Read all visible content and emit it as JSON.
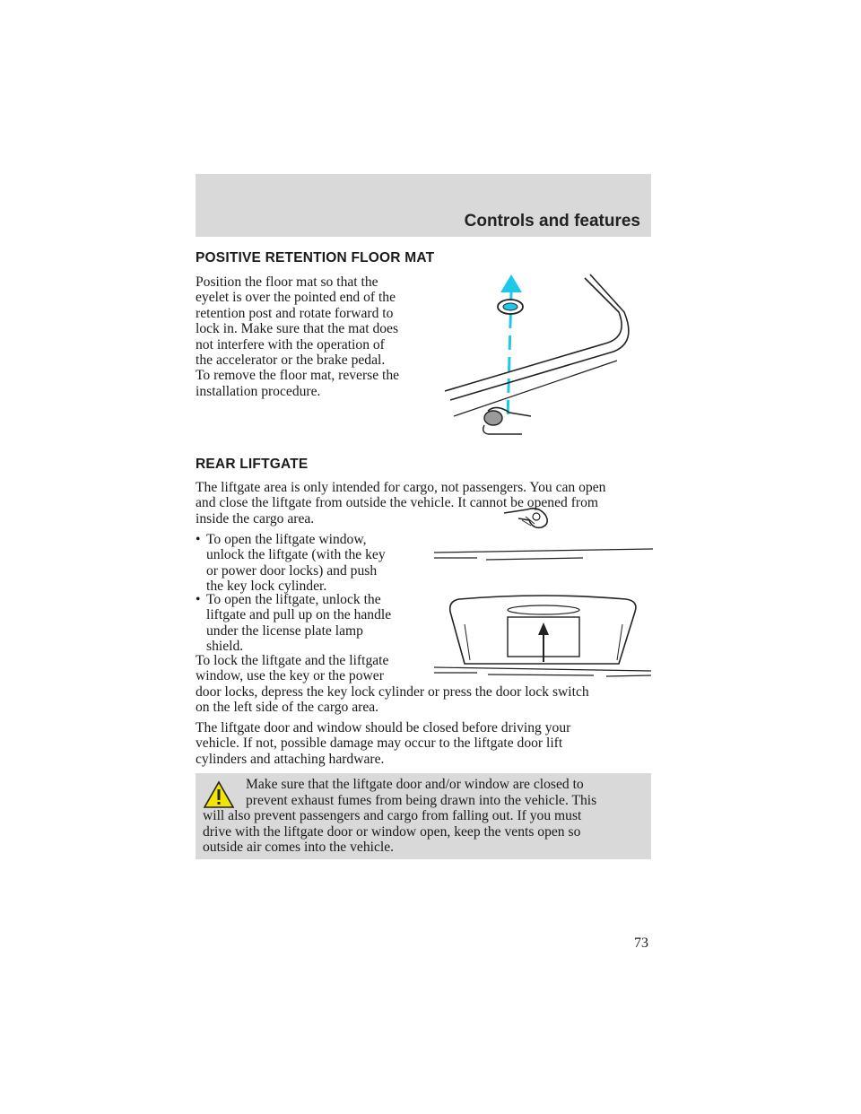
{
  "header": {
    "section_title": "Controls and features"
  },
  "floor_mat": {
    "heading": "POSITIVE RETENTION FLOOR MAT",
    "lines": [
      "Position the floor mat so that the",
      "eyelet is over the pointed end of the",
      "retention post and rotate forward to",
      "lock in. Make sure that the mat does",
      "not interfere with the operation of",
      "the accelerator or the brake pedal.",
      "To remove the floor mat, reverse the",
      "installation procedure."
    ]
  },
  "liftgate": {
    "heading": "REAR LIFTGATE",
    "intro_lines": [
      "The liftgate area is only intended for cargo, not passengers. You can open",
      "and close the liftgate from outside the vehicle. It cannot be opened from",
      "inside the cargo area."
    ],
    "bullets": [
      {
        "marker": "•",
        "lines": [
          "To open the liftgate window,",
          "unlock the liftgate (with the key",
          "or power door locks) and push",
          "the key lock cylinder."
        ]
      },
      {
        "marker": "•",
        "lines": [
          "To open the liftgate, unlock the",
          "liftgate and pull up on the handle",
          "under the license plate lamp",
          "shield."
        ]
      }
    ],
    "lock_lines": [
      "To lock the liftgate and the liftgate",
      "window, use the key or the power",
      "door locks, depress the key lock cylinder or press the door lock switch",
      "on the left side of the cargo area."
    ],
    "closed_lines": [
      "The liftgate door and window should be closed before driving your",
      "vehicle. If not, possible damage may occur to the liftgate door lift",
      "cylinders and attaching hardware."
    ]
  },
  "warning": {
    "lines": [
      "Make sure that the liftgate door and/or window are closed to",
      "prevent exhaust fumes from being drawn into the vehicle. This",
      "will also prevent passengers and cargo from falling out. If you must",
      "drive with the liftgate door or window open, keep the vents open so",
      "outside air comes into the vehicle."
    ]
  },
  "footer": {
    "page_number": "73"
  },
  "colors": {
    "header_band": "#d9d9d9",
    "accent_cyan": "#1ec8e8",
    "warning_yellow": "#f2e600"
  }
}
